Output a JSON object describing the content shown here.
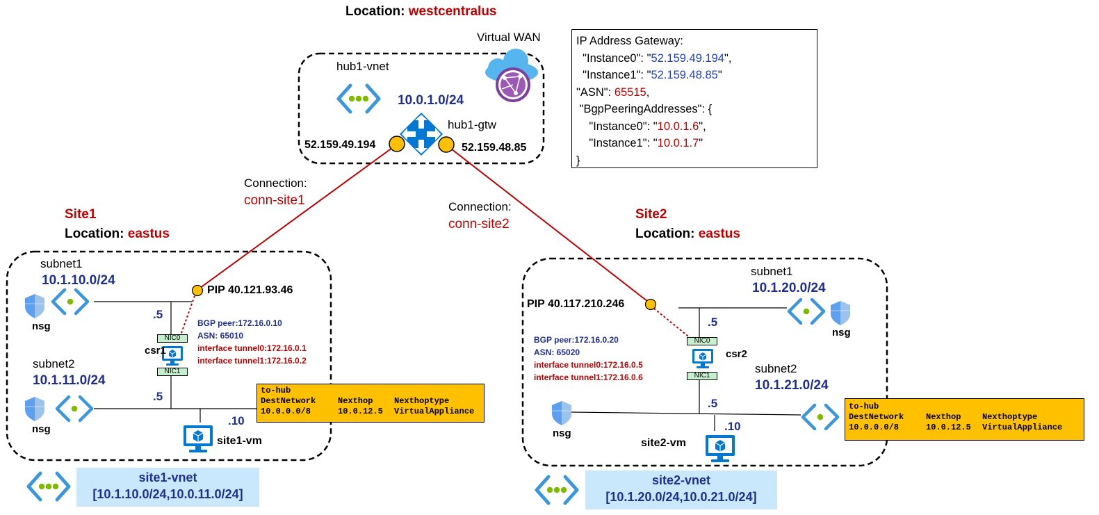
{
  "header": {
    "location_label": "Location: ",
    "location_value": "westcentralus"
  },
  "hub": {
    "virtual_wan_label": "Virtual WAN",
    "vnet_name": "hub1-vnet",
    "prefix": "10.0.1.0/24",
    "gateway_name": "hub1-gtw",
    "ip_instance0": "52.159.49.194",
    "ip_instance1": "52.159.48.85"
  },
  "gateway_info": {
    "lines": [
      {
        "k": "IP Address Gateway:",
        "v": "",
        "e": ""
      },
      {
        "k": "  \"Instance0\": \"",
        "v": "52.159.49.194",
        "e": "\","
      },
      {
        "k": "  \"Instance1\": \"",
        "v": "52.159.48.85",
        "e": "\""
      },
      {
        "k": "\"ASN\": ",
        "v": "65515",
        "e": ","
      },
      {
        "k": " \"BgpPeeringAddresses\": {",
        "v": "",
        "e": ""
      },
      {
        "k": "    \"Instance0\": \"",
        "v": "10.0.1.6",
        "e": "\","
      },
      {
        "k": "    \"Instance1\": \"",
        "v": "10.0.1.7",
        "e": "\""
      },
      {
        "k": "}",
        "v": "",
        "e": ""
      }
    ]
  },
  "connections": {
    "label": "Connection:",
    "site1": "conn-site1",
    "site2": "conn-site2"
  },
  "site1": {
    "title": "Site1",
    "location_label": "Location: ",
    "location_value": "eastus",
    "subnet1_label": "subnet1",
    "subnet1_prefix": "10.1.10.0/24",
    "subnet2_label": "subnet2",
    "subnet2_prefix": "10.1.11.0/24",
    "nsg1": "nsg",
    "nsg2": "nsg",
    "pip": "PIP 40.121.93.46",
    "nic0_host": ".5",
    "nic1_host": ".5",
    "vm_host": ".10",
    "router_name": "csr1",
    "nic0": "NIC0",
    "nic1": "NIC1",
    "bgp_peer": "BGP peer:172.16.0.10",
    "asn": "ASN: 65010",
    "tunnel0": "interface tunnel0:172.16.0.1",
    "tunnel1": "interface tunnel1:172.16.0.2",
    "vm_name": "site1-vm",
    "vnet_name": "site1-vnet",
    "vnet_prefixes": "[10.1.10.0/24,10.0.11.0/24]",
    "route_table": {
      "name": "to-hub",
      "headers": [
        "DestNetwork",
        "Nexthop",
        "Nexthoptype"
      ],
      "row": [
        "10.0.0.0/8",
        "10.0.12.5",
        "VirtualAppliance"
      ]
    }
  },
  "site2": {
    "title": "Site2",
    "location_label": "Location: ",
    "location_value": "eastus",
    "subnet1_label": "subnet1",
    "subnet1_prefix": "10.1.20.0/24",
    "subnet2_label": "subnet2",
    "subnet2_prefix": "10.1.21.0/24",
    "nsg1": "nsg",
    "nsg2": "nsg",
    "pip": "PIP 40.117.210.246",
    "nic0_host": ".5",
    "nic1_host": ".5",
    "vm_host": ".10",
    "router_name": "csr2",
    "nic0": "NIC0",
    "nic1": "NIC1",
    "bgp_peer": "BGP peer:172.16.0.20",
    "asn": "ASN: 65020",
    "tunnel0": "interface tunnel0:172.16.0.5",
    "tunnel1": "interface tunnel1:172.16.0.6",
    "vm_name": "site2-vm",
    "vnet_name": "site2-vnet",
    "vnet_prefixes": "[10.1.20.0/24,10.0.21.0/24]",
    "route_table": {
      "name": "to-hub",
      "headers": [
        "DestNetwork",
        "Nexthop",
        "Nexthoptype"
      ],
      "row": [
        "10.0.0.0/8",
        "10.0.12.5",
        "VirtualAppliance"
      ]
    }
  },
  "colors": {
    "accent_red": "#c00000",
    "label_blue": "#1f2f8f",
    "link_red": "#c00000",
    "endpoint_orange": "#ffc000",
    "azure_blue": "#0078d4",
    "wan_purple": "#7b3f9d",
    "vnet_dot_green": "#7fba00",
    "vnet_fill": "#c9e8fb",
    "nic_green": "#c6efce"
  },
  "icons": [
    "virtual-wan-icon",
    "vnet-icon",
    "router-icon",
    "shield-icon",
    "subnet-icon",
    "vm-icon"
  ]
}
